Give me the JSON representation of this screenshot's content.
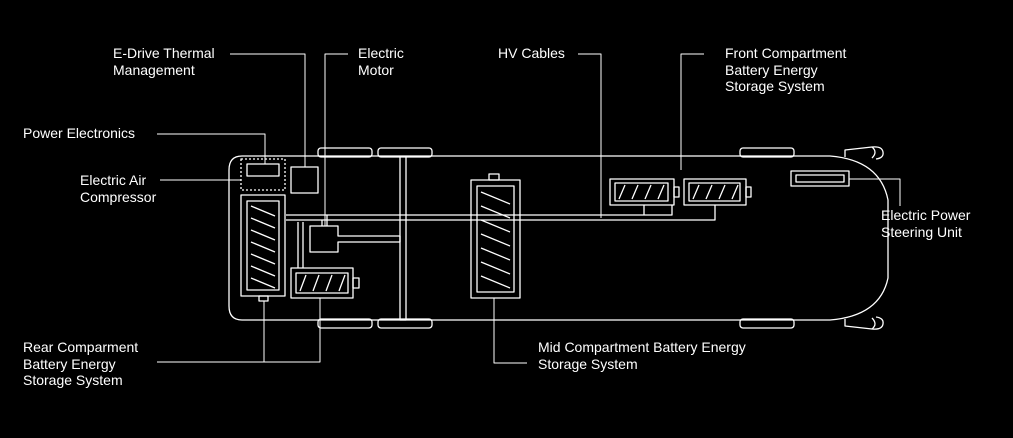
{
  "colors": {
    "background": "#000000",
    "stroke": "#ffffff"
  },
  "labels": {
    "thermal": "E-Drive Thermal\nManagement",
    "motor": "Electric\nMotor",
    "hv_cables": "HV Cables",
    "front_bess": "Front Compartment\nBattery Energy\nStorage System",
    "power_electronics": "Power Electronics",
    "air_compressor": "Electric Air\nCompressor",
    "steering": "Electric Power\nSteering Unit",
    "rear_bess": "Rear Comparment\nBattery Energy\nStorage System",
    "mid_bess": "Mid Compartment Battery Energy\nStorage System"
  }
}
